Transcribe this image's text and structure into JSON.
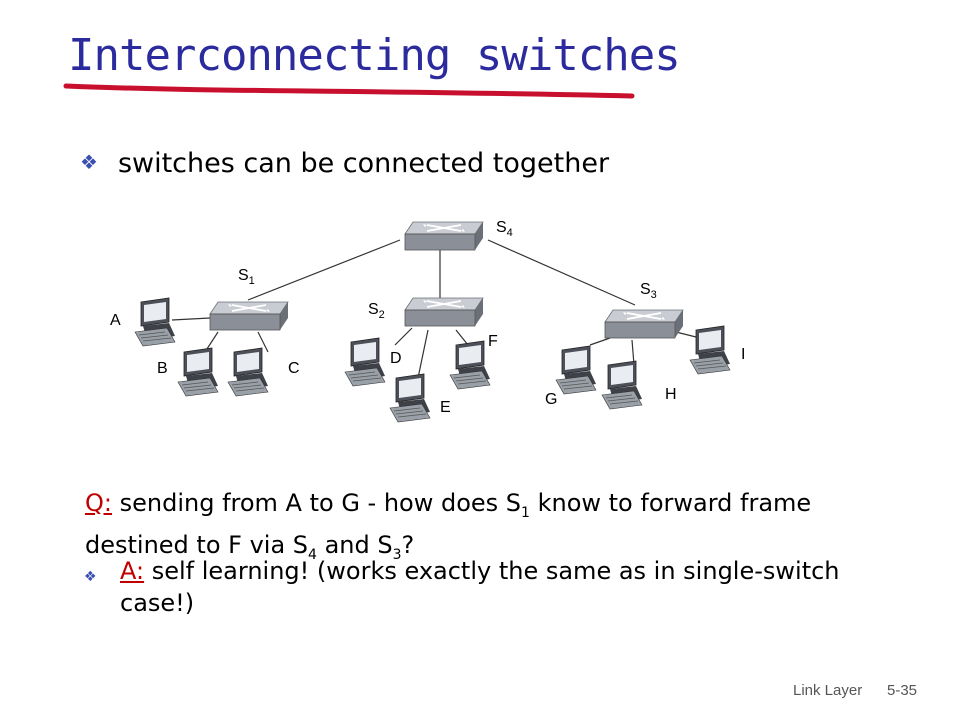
{
  "slide": {
    "title": "Interconnecting switches",
    "bullet": "switches can be connected together",
    "question_prefix": "Q:",
    "question_text_1": " sending from A to G - how does S",
    "question_sub_1": "1",
    "question_text_2": " know to forward frame destined to F via S",
    "question_sub_2": "4",
    "question_text_3": " and S",
    "question_sub_3": "3",
    "question_text_4": "?",
    "answer_prefix": "A:",
    "answer_text": " self learning! (works exactly the same as in single-switch case!)",
    "footer_left": "Link Layer",
    "footer_right": "5-35"
  },
  "diagram": {
    "switches": [
      {
        "id": "s1",
        "label": "S",
        "sub": "1"
      },
      {
        "id": "s2",
        "label": "S",
        "sub": "2"
      },
      {
        "id": "s3",
        "label": "S",
        "sub": "3"
      },
      {
        "id": "s4",
        "label": "S",
        "sub": "4"
      }
    ],
    "hosts": [
      "A",
      "B",
      "C",
      "D",
      "E",
      "F",
      "G",
      "H",
      "I"
    ]
  },
  "colors": {
    "title": "#2b2b9e",
    "underline": "#c8102e",
    "bullet": "#3a4fb0",
    "qa_label": "#c00000"
  }
}
